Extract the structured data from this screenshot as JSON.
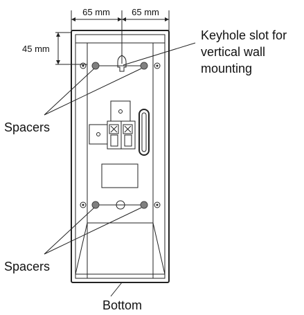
{
  "dimensions": {
    "left_width": "65 mm",
    "right_width": "65 mm",
    "top_offset": "45 mm"
  },
  "callouts": {
    "keyhole_line1": "Keyhole slot for",
    "keyhole_line2": "vertical wall",
    "keyhole_line3": "mounting",
    "spacers_upper": "Spacers",
    "spacers_lower": "Spacers",
    "bottom": "Bottom"
  },
  "colors": {
    "line": "#222222",
    "spacer": "#808080",
    "background": "#ffffff"
  }
}
